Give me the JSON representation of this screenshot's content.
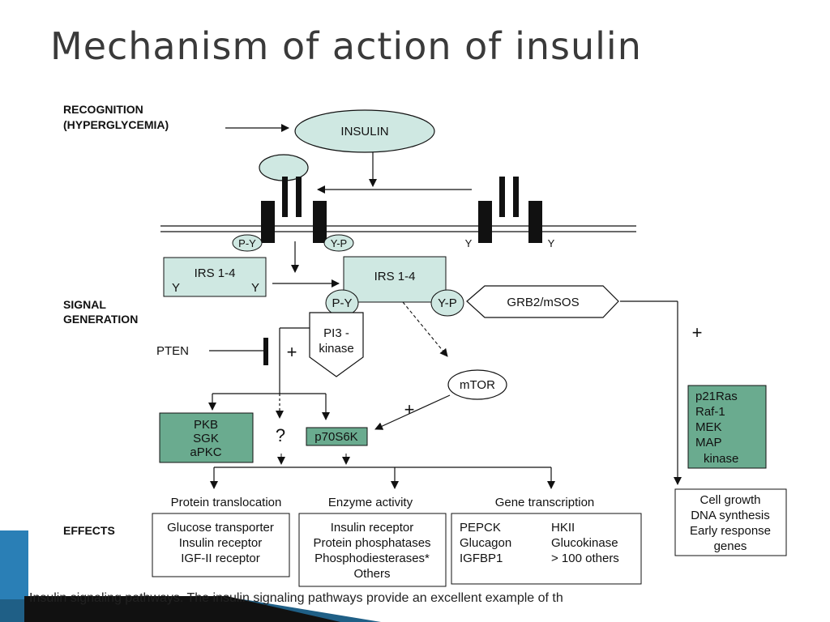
{
  "title": "Mechanism of action of insulin",
  "stages": {
    "recognition": [
      "RECOGNITION",
      "(HYPERGLYCEMIA)"
    ],
    "signal_generation": [
      "SIGNAL",
      "GENERATION"
    ],
    "effects": "EFFECTS"
  },
  "nodes": {
    "insulin": "INSULIN",
    "py": "P-Y",
    "yp": "Y-P",
    "y": "Y",
    "irs_left": "IRS 1-4",
    "irs_center": "IRS 1-4",
    "grb2": "GRB2/mSOS",
    "pi3_kinase": [
      "PI3 -",
      "kinase"
    ],
    "pten": "PTEN",
    "mtor": "mTOR",
    "pkb_group": [
      "PKB",
      "SGK",
      "aPKC"
    ],
    "question": "?",
    "p70s6k": "p70S6K",
    "ras_group": [
      "p21Ras",
      "Raf-1",
      "MEK",
      "MAP",
      "kinase"
    ]
  },
  "signs": {
    "plus": "+"
  },
  "effects": {
    "protein_translocation": {
      "heading": "Protein translocation",
      "items": [
        "Glucose transporter",
        "Insulin receptor",
        "IGF-II receptor"
      ]
    },
    "enzyme_activity": {
      "heading": "Enzyme activity",
      "items": [
        "Insulin receptor",
        "Protein phosphatases",
        "Phosphodiesterases*",
        "Others"
      ]
    },
    "gene_transcription": {
      "heading": "Gene transcription",
      "col1": [
        "PEPCK",
        "Glucagon",
        "IGFBP1"
      ],
      "col2": [
        "HKII",
        "Glucokinase",
        "> 100 others"
      ]
    },
    "growth_box": [
      "Cell growth",
      "DNA synthesis",
      "Early response",
      "genes"
    ]
  },
  "caption": "Insulin signaling pathways. The insulin signaling pathways provide an excellent example of th",
  "colors": {
    "light_green": "#cfe8e2",
    "dark_green": "#6aab8f",
    "black": "#111111",
    "title": "#3a3a3a",
    "accent_blue": "#2a7fb6"
  }
}
